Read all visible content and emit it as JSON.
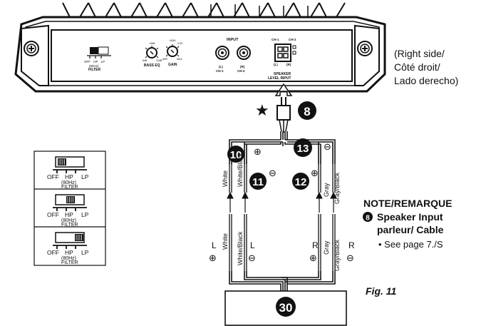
{
  "side_note": [
    "(Right side/",
    "Côté droit/",
    "Lado derecho)"
  ],
  "panel": {
    "filter_options": [
      "OFF",
      "HP",
      "LP"
    ],
    "filter_freq": "(80Hz)",
    "filter_label": "FILTER",
    "bass_eq_left": "6dB",
    "bass_eq_top": "+6dB",
    "bass_eq_right": "12dB",
    "bass_eq_label": "BASS EQ",
    "gain_min": "MIN",
    "gain_top": "NOM",
    "gain_top2": "0.5V",
    "gain_max": "MAX",
    "gain_label": "GAIN",
    "input_label": "INPUT",
    "input_l": "(L)",
    "input_r": "(R)",
    "ch1": "CH-1",
    "ch2": "CH-2",
    "speaker_ch1": "CH-1",
    "speaker_ch2": "CH-2",
    "speaker_label_1": "SPEAKER",
    "speaker_label_2": "LEVEL INPUT"
  },
  "filter_boxes": [
    {
      "options": [
        "OFF",
        "HP",
        "LP"
      ],
      "freq": "(80Hz)",
      "label": "FILTER",
      "position": "off"
    },
    {
      "options": [
        "OFF",
        "HP",
        "LP"
      ],
      "freq": "(80Hz)",
      "label": "FILTER",
      "position": "hp"
    },
    {
      "options": [
        "OFF",
        "HP",
        "LP"
      ],
      "freq": "(80Hz)",
      "label": "FILTER",
      "position": "lp"
    }
  ],
  "wiring": {
    "star": "★",
    "callouts": [
      "8",
      "10",
      "11",
      "12",
      "13",
      "30"
    ],
    "plus": "⊕",
    "minus": "⊖",
    "wire_white": "White",
    "wire_white_black": "White/Black",
    "wire_gray": "Gray",
    "wire_gray_black": "Gray/Black",
    "left": "L",
    "right": "R"
  },
  "note": {
    "heading": "NOTE/REMARQUE",
    "item_number": "8",
    "item_line1": "Speaker Input",
    "item_line2": "parleur/ Cable",
    "bullet": "• See page 7./S"
  },
  "figure_label": "Fig. 11"
}
